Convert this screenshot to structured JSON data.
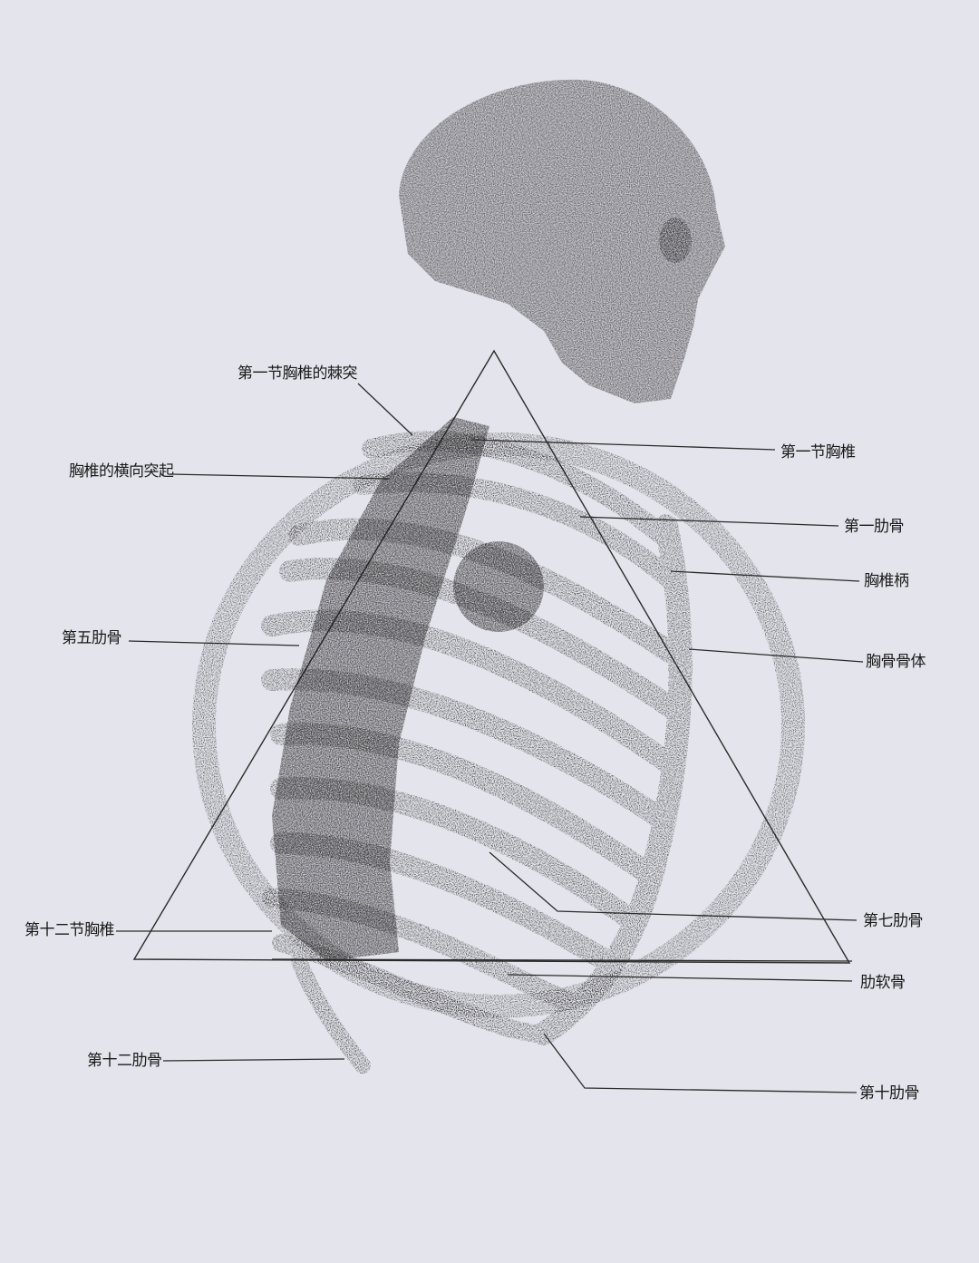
{
  "diagram": {
    "subject": "Stippled anatomical drawing of human skull and thoracic cage (lateral-oblique view)",
    "background_color": "#e4e4ec",
    "ink_color": "#1a1a1a",
    "labels": {
      "spinous_process_t1": "第一节胸椎的棘突",
      "transverse_process": "胸椎的横向突起",
      "t1_vertebra": "第一节胸椎",
      "first_rib": "第一肋骨",
      "manubrium": "胸椎柄",
      "sternum_body": "胸骨骨体",
      "fifth_rib": "第五肋骨",
      "t12_vertebra": "第十二节胸椎",
      "seventh_rib": "第七肋骨",
      "costal_cartilage": "肋软骨",
      "twelfth_rib": "第十二肋骨",
      "tenth_rib": "第十肋骨"
    }
  }
}
